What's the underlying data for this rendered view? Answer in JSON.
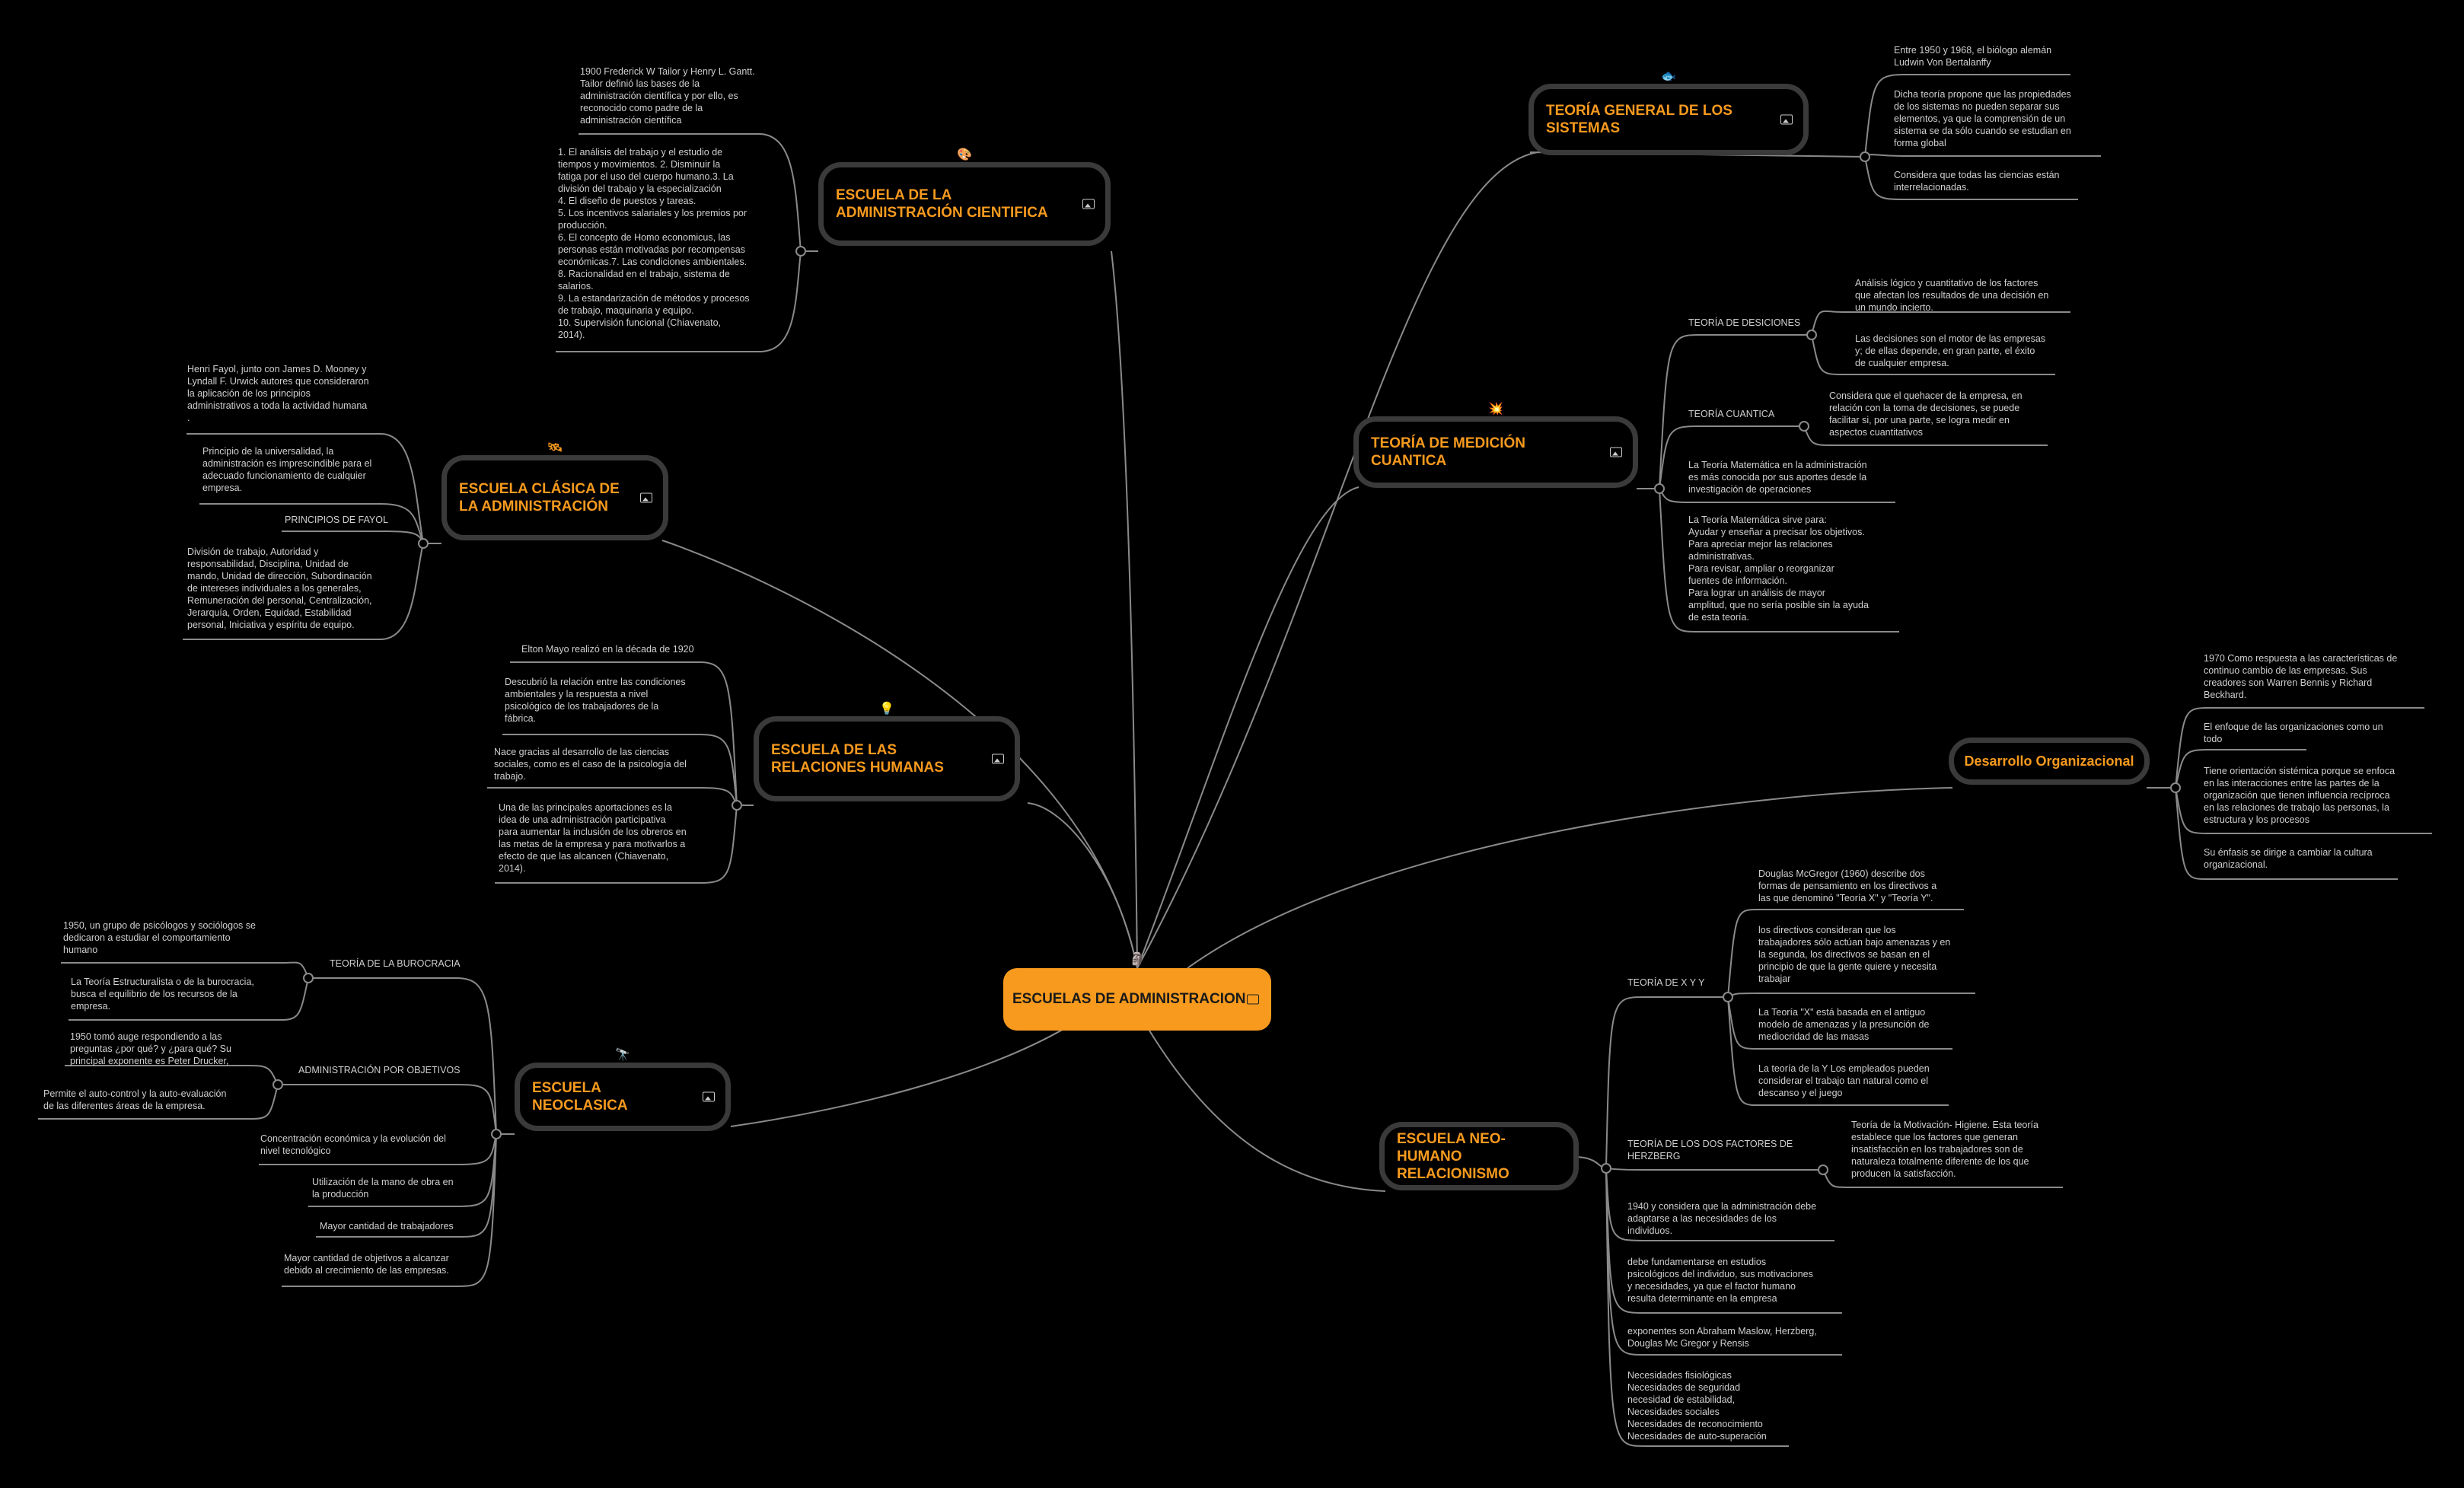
{
  "root": {
    "label": "ESCUELAS DE ADMINISTRACION",
    "emoji": "🗿"
  },
  "branches": {
    "cientifica": {
      "title": "ESCUELA DE LA ADMINISTRACIÓN CIENTIFICA",
      "emoji": "🎨",
      "leaves": [
        "1900 Frederick W Tailor y Henry L. Gantt.\nTailor definió las bases de la\nadministración científica y por ello, es\nreconocido como padre de la\nadministración científica",
        "1. El análisis del trabajo y el estudio de\ntiempos y movimientos. 2. Disminuir la\nfatiga por el uso del cuerpo humano.3. La\ndivisión del trabajo y la especialización\n4. El diseño de puestos y tareas.\n5. Los incentivos salariales y los premios por\nproducción.\n6. El concepto de Homo economicus, las\npersonas están motivadas por recompensas\neconómicas.7. Las condiciones ambientales.\n8. Racionalidad en el trabajo,  sistema de\nsalarios.\n9. La estandarización de métodos y procesos\nde trabajo, maquinaria y equipo.\n10. Supervisión funcional (Chiavenato,\n2014)."
      ]
    },
    "clasica": {
      "title": "ESCUELA CLÁSICA DE LA ADMINISTRACIÓN",
      "emoji": "🛰",
      "leaves": [
        "Henri Fayol, junto con James D. Mooney y\nLyndall F. Urwick  autores que consideraron\nla aplicación de los principios\nadministrativos a toda la actividad humana\n.",
        "Principio de la universalidad,  la\nadministración es imprescindible para el\nadecuado funcionamiento de cualquier\nempresa.",
        "PRINCIPIOS DE FAYOL",
        "División de trabajo, Autoridad y\nresponsabilidad, Disciplina, Unidad de\nmando, Unidad de dirección, Subordinación\nde intereses individuales a los generales,\nRemuneración del personal, Centralización,\nJerarquía, Orden, Equidad, Estabilidad\npersonal, Iniciativa y espíritu de equipo."
      ]
    },
    "relaciones": {
      "title": "ESCUELA DE LAS RELACIONES HUMANAS",
      "emoji": "💡",
      "leaves": [
        "Elton Mayo realizó en la década de 1920",
        "Descubrió la relación entre las condiciones\nambientales y la respuesta a nivel\npsicológico de los trabajadores de la\nfábrica.",
        "Nace gracias al desarrollo de las ciencias\nsociales, como es el caso de la psicología del\ntrabajo.",
        "Una de las principales aportaciones es la\nidea de una administración participativa\npara aumentar la inclusión de los obreros en\nlas metas de la empresa y para motivarlos a\nefecto de que las alcancen (Chiavenato,\n2014)."
      ]
    },
    "neoclasica": {
      "title": "ESCUELA NEOCLASICA",
      "emoji": "🔭",
      "subs": [
        "TEORÍA DE LA BUROCRACIA",
        "ADMINISTRACIÓN POR OBJETIVOS"
      ],
      "leaves": [
        "1950, un grupo de psicólogos y sociólogos se\ndedicaron a estudiar el comportamiento\nhumano",
        "La  Teoría Estructuralista o de la burocracia,\nbusca el equilibrio de los recursos de la\nempresa.",
        "1950  tomó auge respondiendo a las\npreguntas ¿por qué? y ¿para qué? Su\nprincipal exponente es Peter Drucker,",
        "Permite el auto-control y la auto-evaluación\nde las diferentes áreas de la empresa.",
        "Concentración económica y la evolución del\nnivel tecnológico",
        "Utilización de la mano de obra en\nla producción",
        "Mayor cantidad de trabajadores",
        "Mayor cantidad de objetivos a alcanzar\ndebido al crecimiento de las empresas."
      ]
    },
    "sistemas": {
      "title": "TEORÍA GENERAL DE LOS SISTEMAS",
      "emoji": "🐟",
      "leaves": [
        "Entre 1950 y 1968, el biólogo alemán\nLudwin Von Bertalanffy",
        "Dicha teoría propone que las propiedades\nde los sistemas no pueden separar sus\nelementos, ya que la comprensión de un\nsistema se da sólo cuando se estudian en\nforma global",
        "Considera que todas las ciencias están\ninterrelacionadas."
      ]
    },
    "cuantica": {
      "title": "TEORÍA DE MEDICIÓN CUANTICA",
      "emoji": "💥",
      "subs": [
        "TEORÍA DE DESICIONES",
        "TEORÍA CUANTICA"
      ],
      "leaves": [
        "Análisis lógico y cuantitativo de los factores\nque afectan los resultados de una decisión en\nun mundo incierto.",
        "Las decisiones son el motor de las empresas\ny; de ellas depende, en gran parte, el éxito\nde cualquier empresa.",
        "Considera que el quehacer de la empresa, en\nrelación con la toma de decisiones, se puede\nfacilitar si, por una parte, se logra medir en\naspectos cuantitativos",
        "La Teoría Matemática en la administración\nes más conocida por sus aportes desde la\ninvestigación de operaciones",
        "La Teoría Matemática sirve para:\n Ayudar y enseñar a precisar los objetivos.\n Para apreciar mejor las relaciones\nadministrativas.\n Para revisar, ampliar o reorganizar\nfuentes de información.\n Para lograr un análisis de mayor\namplitud, que no sería posible sin la ayuda\nde esta teoría."
      ]
    },
    "desarrollo": {
      "title": "Desarrollo Organizacional",
      "leaves": [
        "1970  Como respuesta a las características de\ncontinuo cambio de las empresas. Sus\ncreadores son Warren Bennis y Richard\nBeckhard.",
        "El enfoque de las organizaciones como un\ntodo",
        "Tiene orientación sistémica porque se enfoca\nen las interacciones entre las partes de la\norganización que tienen influencia recíproca\nen las relaciones de trabajo las personas, la\nestructura y los procesos",
        "Su énfasis se dirige a cambiar la cultura\norganizacional."
      ]
    },
    "neohumano": {
      "title": "ESCUELA NEO-HUMANO RELACIONISMO",
      "subs": [
        "TEORÍA DE X Y Y",
        "TEORÍA DE LOS DOS FACTORES DE\nHERZBERG"
      ],
      "leaves": [
        "Douglas McGregor (1960) describe dos\nformas de pensamiento en los directivos a\nlas que denominó \"Teoría X\" y \"Teoría Y\".",
        "los directivos consideran que los\ntrabajadores sólo actúan bajo amenazas y en\nla segunda, los directivos se basan en el\nprincipio de que la gente quiere y necesita\ntrabajar",
        "La Teoría \"X\" está basada en el antiguo\nmodelo de amenazas y la presunción de\nmediocridad de las masas",
        "La teoría de la Y Los empleados pueden\nconsiderar el trabajo tan natural como el\ndescanso y el juego",
        "Teoría de la Motivación- Higiene. Esta teoría\nestablece que los factores que generan\ninsatisfacción en los trabajadores son de\nnaturaleza totalmente diferente de los que\nproducen la satisfacción.",
        "1940 y considera que la administración debe\nadaptarse a las necesidades de los\nindividuos.",
        "debe fundamentarse en estudios\npsicológicos del individuo, sus motivaciones\ny necesidades, ya que el factor humano\nresulta determinante en la empresa",
        "exponentes son Abraham Maslow, Herzberg,\nDouglas Mc Gregor y Rensis",
        "Necesidades fisiológicas\nNecesidades de seguridad\nnecesidad de estabilidad,\nNecesidades sociales\nNecesidades de reconocimiento\nNecesidades de auto-superación"
      ]
    }
  }
}
